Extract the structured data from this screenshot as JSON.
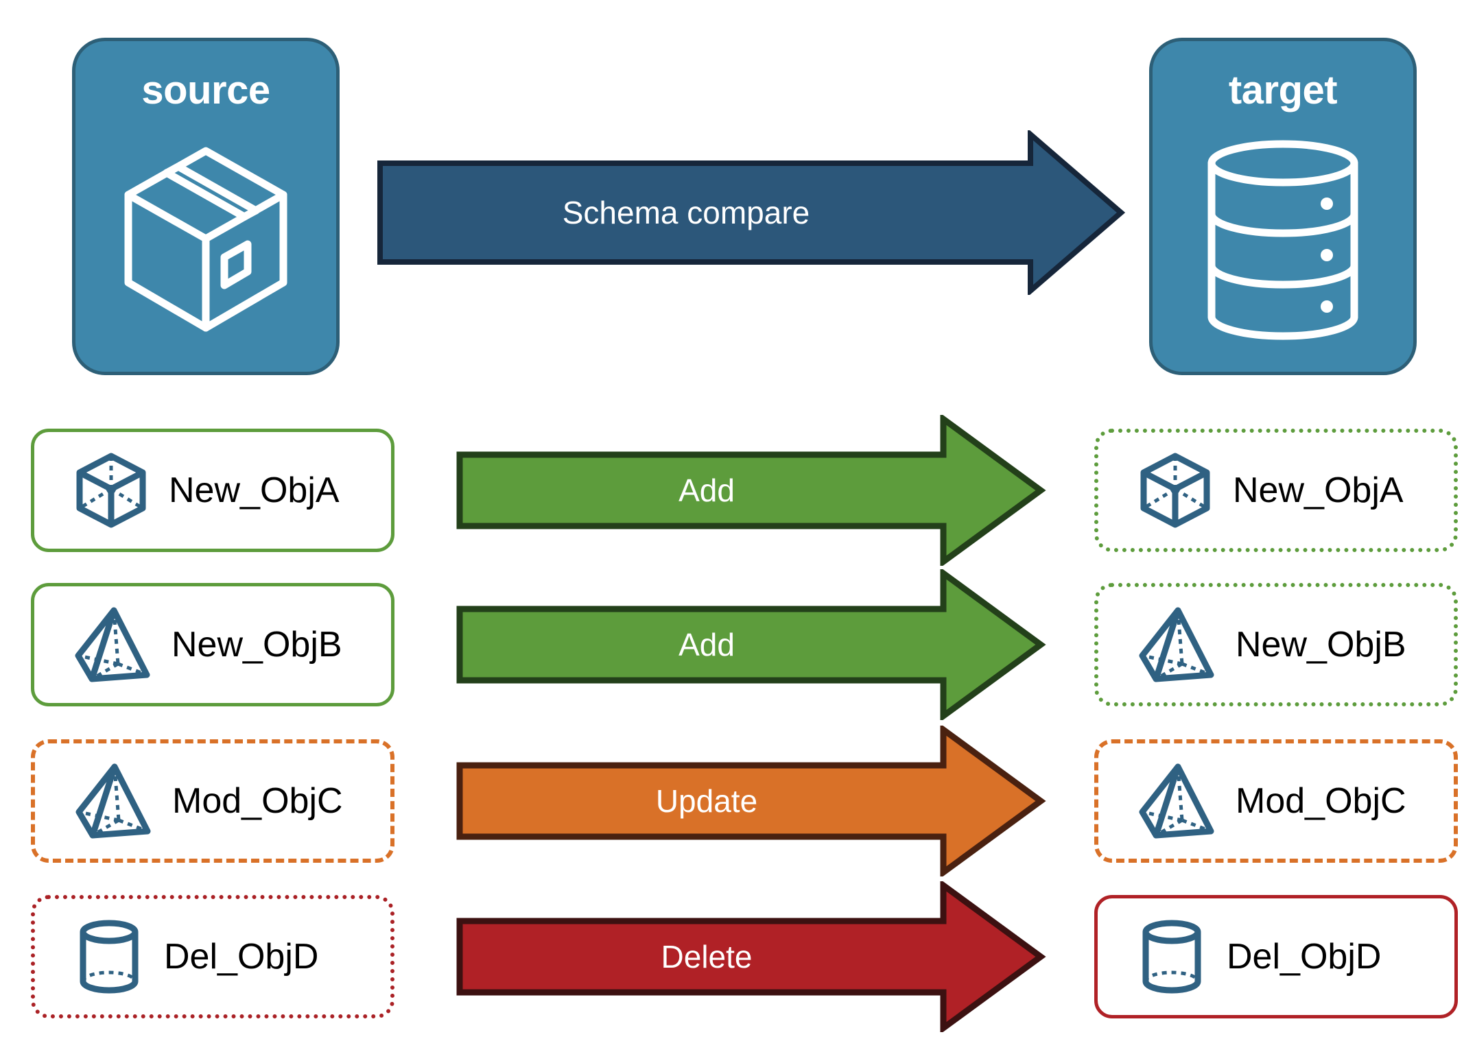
{
  "diagram": {
    "title": "Schema compare source to target",
    "source": {
      "label": "source",
      "icon": "package-box-icon"
    },
    "target": {
      "label": "target",
      "icon": "database-cylinder-icon"
    },
    "main_arrow": {
      "label": "Schema compare",
      "color": "#2c577a",
      "border_color": "#16263a"
    },
    "colors": {
      "endpoint_fill": "#3e87ab",
      "endpoint_border": "#2d5f77",
      "object_icon": "#2f6182",
      "add_green": "#5d9c3c",
      "add_green_border": "#23401a",
      "update_orange": "#d97128",
      "update_orange_border": "#4a2110",
      "delete_red": "#b02126",
      "delete_red_border": "#3c1111",
      "compare_blue": "#2c577a"
    },
    "rows": [
      {
        "source_label": "New_ObjA",
        "target_label": "New_ObjA",
        "action": "Add",
        "icon": "wireframe-cube-icon",
        "source_border_style": "solid",
        "source_border_color": "#5d9c3c",
        "target_border_style": "dotted",
        "target_border_color": "#5d9c3c",
        "arrow_color": "#5d9c3c",
        "arrow_border_color": "#23401a"
      },
      {
        "source_label": "New_ObjB",
        "target_label": "New_ObjB",
        "action": "Add",
        "icon": "wireframe-pyramid-icon",
        "source_border_style": "solid",
        "source_border_color": "#5d9c3c",
        "target_border_style": "dotted",
        "target_border_color": "#5d9c3c",
        "arrow_color": "#5d9c3c",
        "arrow_border_color": "#23401a"
      },
      {
        "source_label": "Mod_ObjC",
        "target_label": "Mod_ObjC",
        "action": "Update",
        "icon": "wireframe-pyramid-icon",
        "source_border_style": "dashed",
        "source_border_color": "#d97128",
        "target_border_style": "dashed",
        "target_border_color": "#d97128",
        "arrow_color": "#d97128",
        "arrow_border_color": "#4a2110"
      },
      {
        "source_label": "Del_ObjD",
        "target_label": "Del_ObjD",
        "action": "Delete",
        "icon": "wireframe-cylinder-icon",
        "source_border_style": "dotted",
        "source_border_color": "#aa2125",
        "target_border_style": "solid",
        "target_border_color": "#b02126",
        "arrow_color": "#b02126",
        "arrow_border_color": "#3c1111"
      }
    ]
  }
}
